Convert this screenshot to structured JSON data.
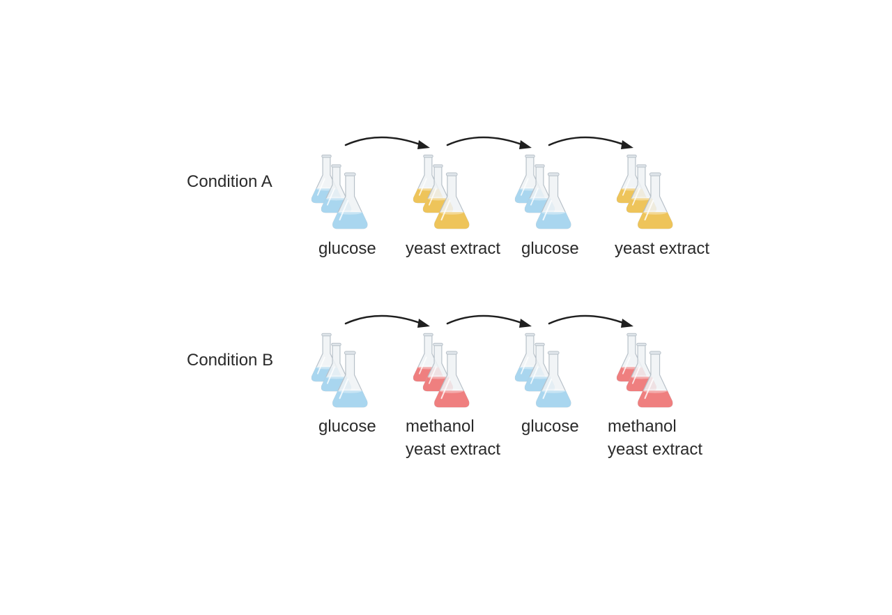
{
  "diagram": {
    "colors": {
      "glucose": "#a9d6ef",
      "yeast_extract": "#eec45a",
      "methanol_yeast_extract": "#ef7f7f",
      "arrow": "#1f1f1f"
    },
    "rows": [
      {
        "label": "Condition A",
        "steps": [
          {
            "lines": [
              "glucose"
            ],
            "medium": "glucose",
            "icon": "flask-icon"
          },
          {
            "lines": [
              "yeast extract"
            ],
            "medium": "yeast_extract",
            "icon": "flask-icon"
          },
          {
            "lines": [
              "glucose"
            ],
            "medium": "glucose",
            "icon": "flask-icon"
          },
          {
            "lines": [
              "yeast extract"
            ],
            "medium": "yeast_extract",
            "icon": "flask-icon"
          }
        ]
      },
      {
        "label": "Condition B",
        "steps": [
          {
            "lines": [
              "glucose"
            ],
            "medium": "glucose",
            "icon": "flask-icon"
          },
          {
            "lines": [
              "methanol",
              "yeast extract"
            ],
            "medium": "methanol_yeast_extract",
            "icon": "flask-icon"
          },
          {
            "lines": [
              "glucose"
            ],
            "medium": "glucose",
            "icon": "flask-icon"
          },
          {
            "lines": [
              "methanol",
              "yeast extract"
            ],
            "medium": "methanol_yeast_extract",
            "icon": "flask-icon"
          }
        ]
      }
    ]
  }
}
